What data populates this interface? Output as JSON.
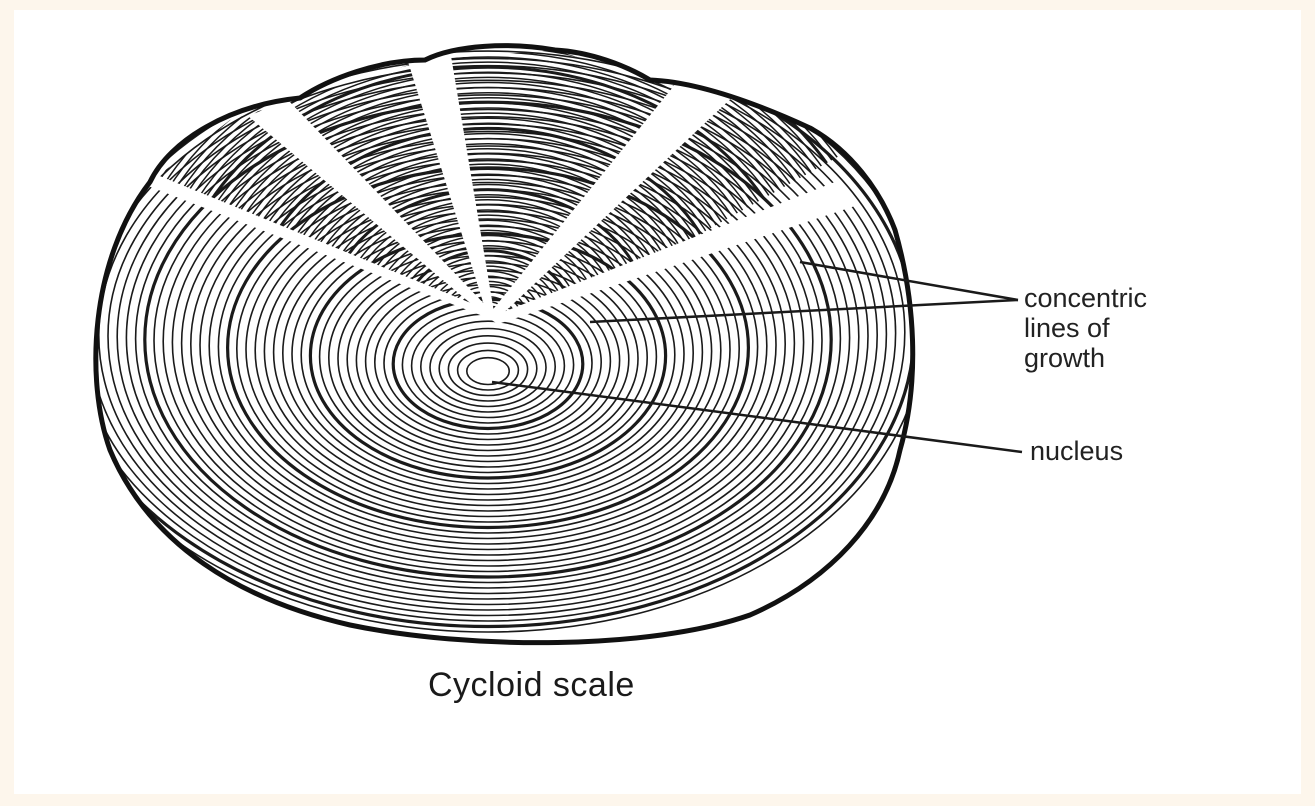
{
  "labels": {
    "concentric_lines": "concentric\nlines of\ngrowth",
    "nucleus": "nucleus"
  },
  "caption": "Cycloid scale",
  "colors": {
    "background": "#fdf6ec",
    "panel": "#ffffff",
    "ink": "#1a1a1a"
  }
}
